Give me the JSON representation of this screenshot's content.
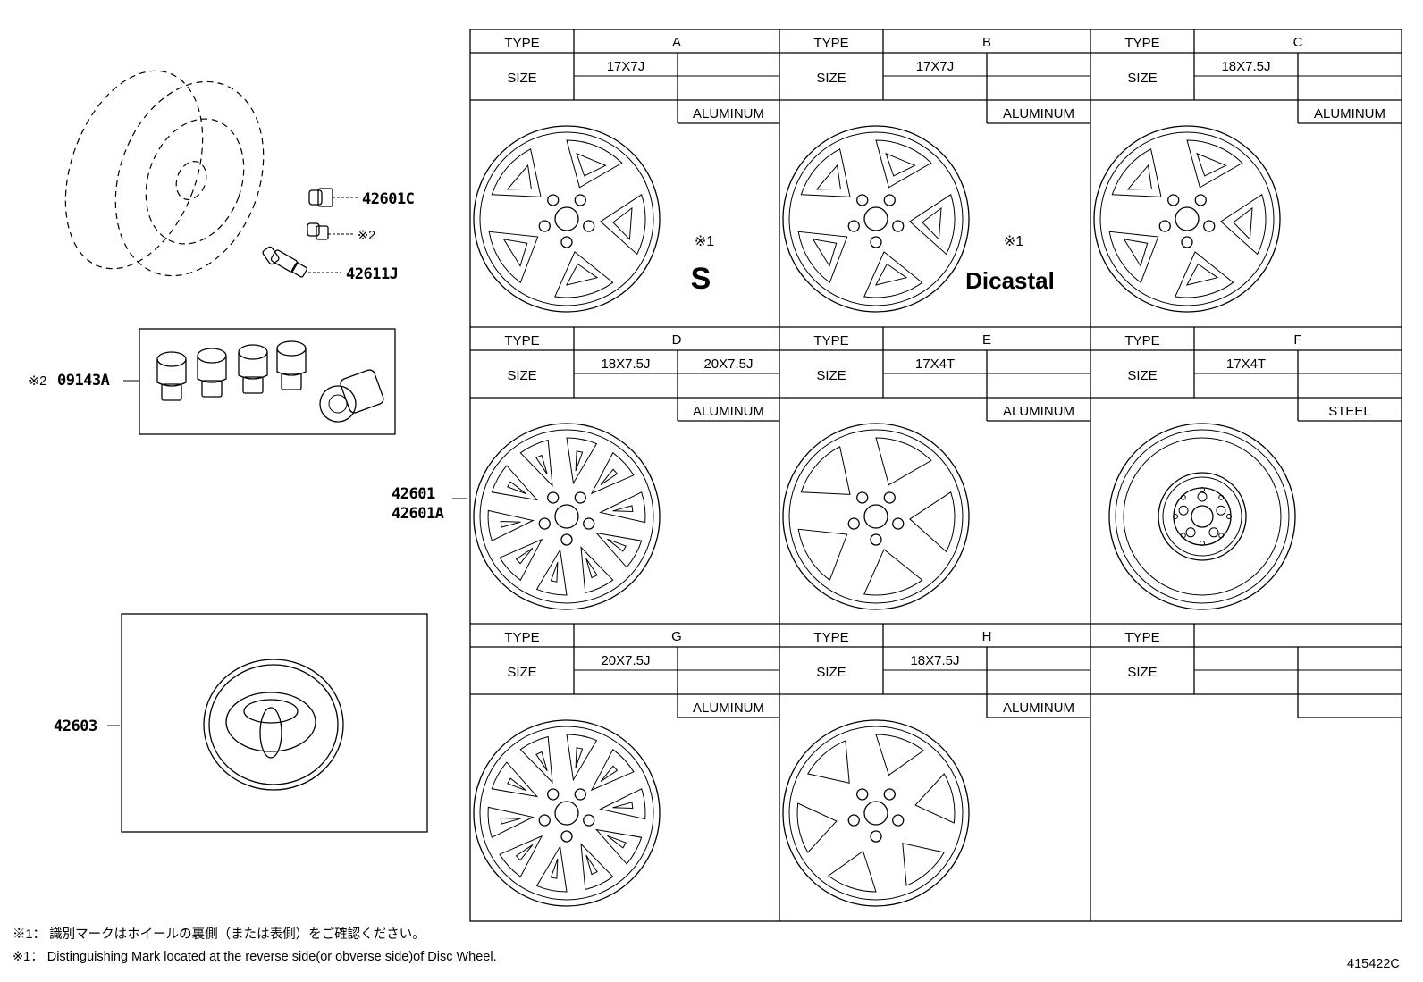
{
  "headers": {
    "type": "TYPE",
    "size": "SIZE"
  },
  "cells": [
    {
      "type": "A",
      "size1": "17X7J",
      "size2": "",
      "material": "ALUMINUM",
      "mark": "※1",
      "logo": "S"
    },
    {
      "type": "B",
      "size1": "17X7J",
      "size2": "",
      "material": "ALUMINUM",
      "mark": "※1",
      "logo": "Dicastal"
    },
    {
      "type": "C",
      "size1": "18X7.5J",
      "size2": "",
      "material": "ALUMINUM",
      "mark": "",
      "logo": ""
    },
    {
      "type": "D",
      "size1": "18X7.5J",
      "size2": "20X7.5J",
      "material": "ALUMINUM",
      "mark": "",
      "logo": ""
    },
    {
      "type": "E",
      "size1": "17X4T",
      "size2": "",
      "material": "ALUMINUM",
      "mark": "",
      "logo": ""
    },
    {
      "type": "F",
      "size1": "17X4T",
      "size2": "",
      "material": "STEEL",
      "mark": "",
      "logo": ""
    },
    {
      "type": "G",
      "size1": "20X7.5J",
      "size2": "",
      "material": "ALUMINUM",
      "mark": "",
      "logo": ""
    },
    {
      "type": "H",
      "size1": "18X7.5J",
      "size2": "",
      "material": "ALUMINUM",
      "mark": "",
      "logo": ""
    },
    {
      "type": "",
      "size1": "",
      "size2": "",
      "material": "",
      "mark": "",
      "logo": ""
    }
  ],
  "parts": {
    "lug_nut": "42601C",
    "nut_mark": "※2",
    "valve": "42611J",
    "lock_set_mark": "※2",
    "lock_set": "09143A",
    "wheel1": "42601",
    "wheel2": "42601A",
    "cap": "42603"
  },
  "notes": {
    "jp": "※1： 識別マークはホイールの裏側（または表側）をご確認ください。",
    "en": "※1： Distinguishing Mark located at the reverse side(or obverse side)of Disc Wheel."
  },
  "diagram_id": "415422C"
}
